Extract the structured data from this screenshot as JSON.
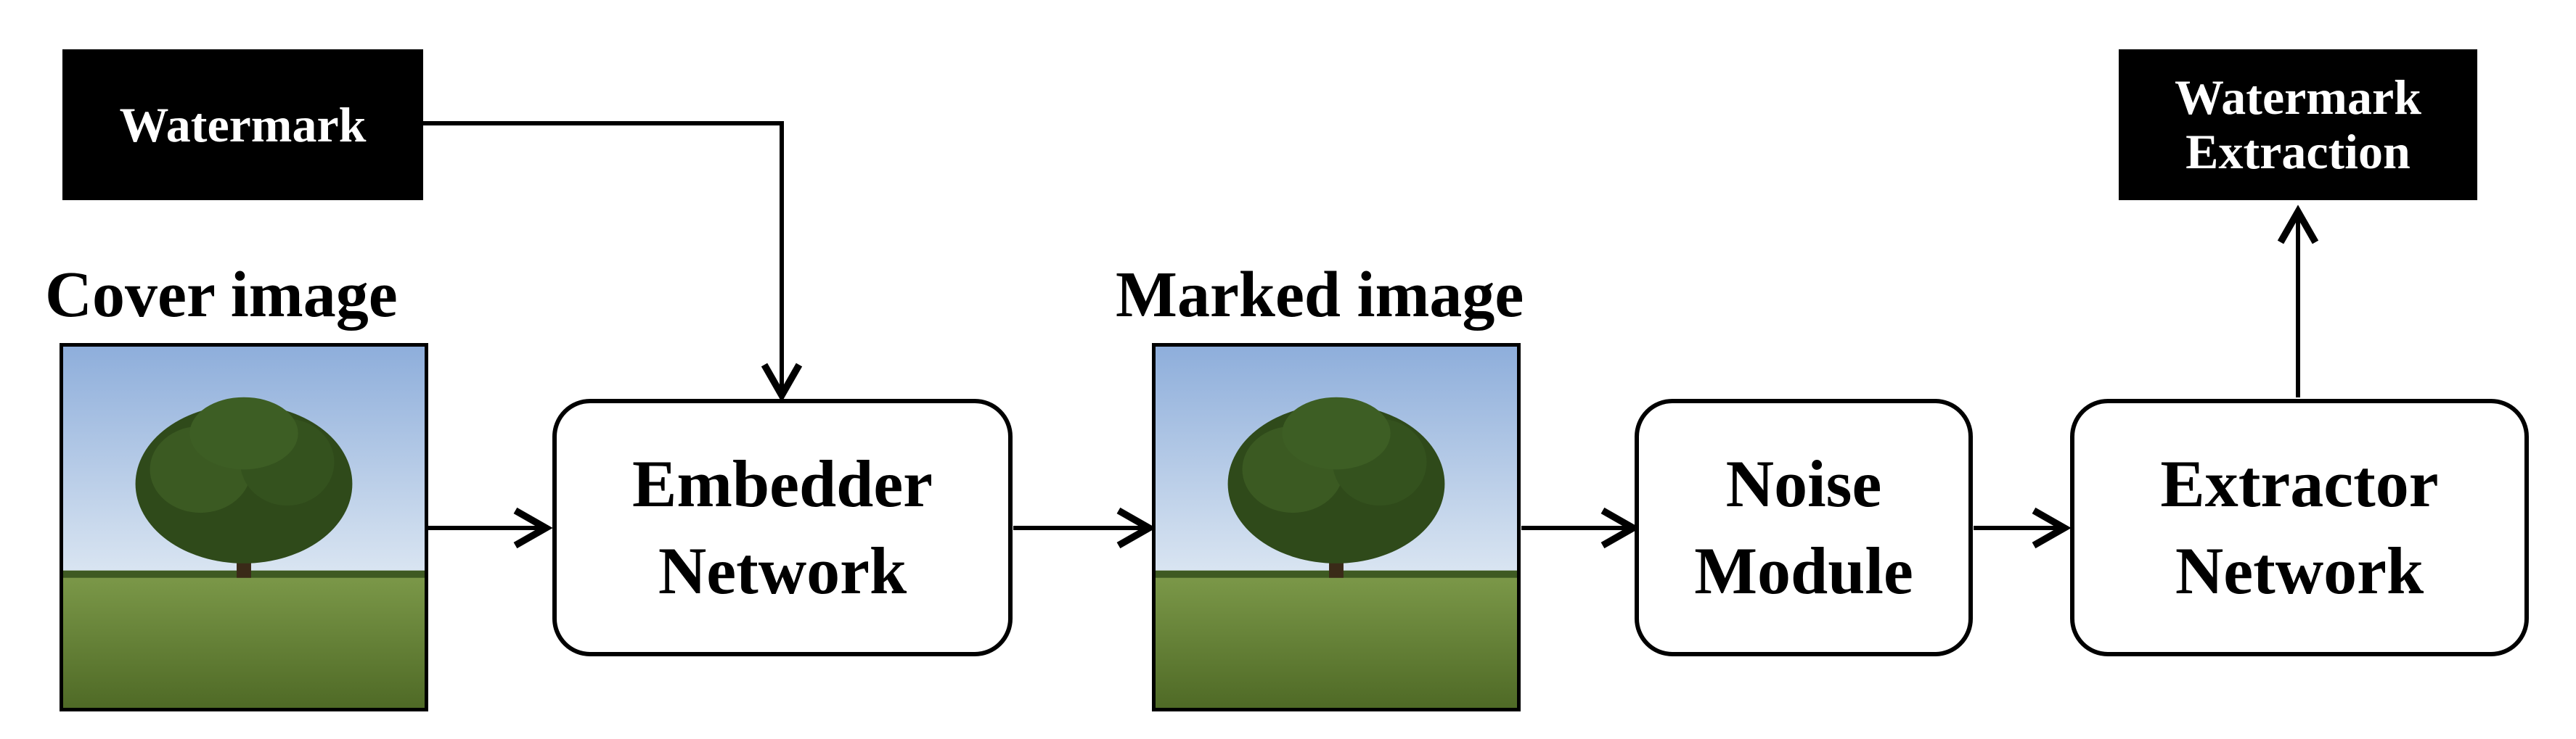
{
  "watermark_box": {
    "label": "Watermark"
  },
  "watermark_extraction_box": {
    "line1": "Watermark",
    "line2": "Extraction"
  },
  "cover_image": {
    "caption": "Cover image"
  },
  "marked_image": {
    "caption": "Marked image"
  },
  "embedder_network": {
    "line1": "Embedder",
    "line2": "Network"
  },
  "noise_module": {
    "line1": "Noise",
    "line2": "Module"
  },
  "extractor_network": {
    "line1": "Extractor",
    "line2": "Network"
  },
  "colors": {
    "box_fill": "#000000",
    "box_text": "#ffffff",
    "stroke": "#000000",
    "sky": "#9db9e2",
    "grass": "#5d7a32",
    "foliage": "#2f4a1a"
  },
  "icons": [
    "tree-photo-cover",
    "tree-photo-marked"
  ]
}
